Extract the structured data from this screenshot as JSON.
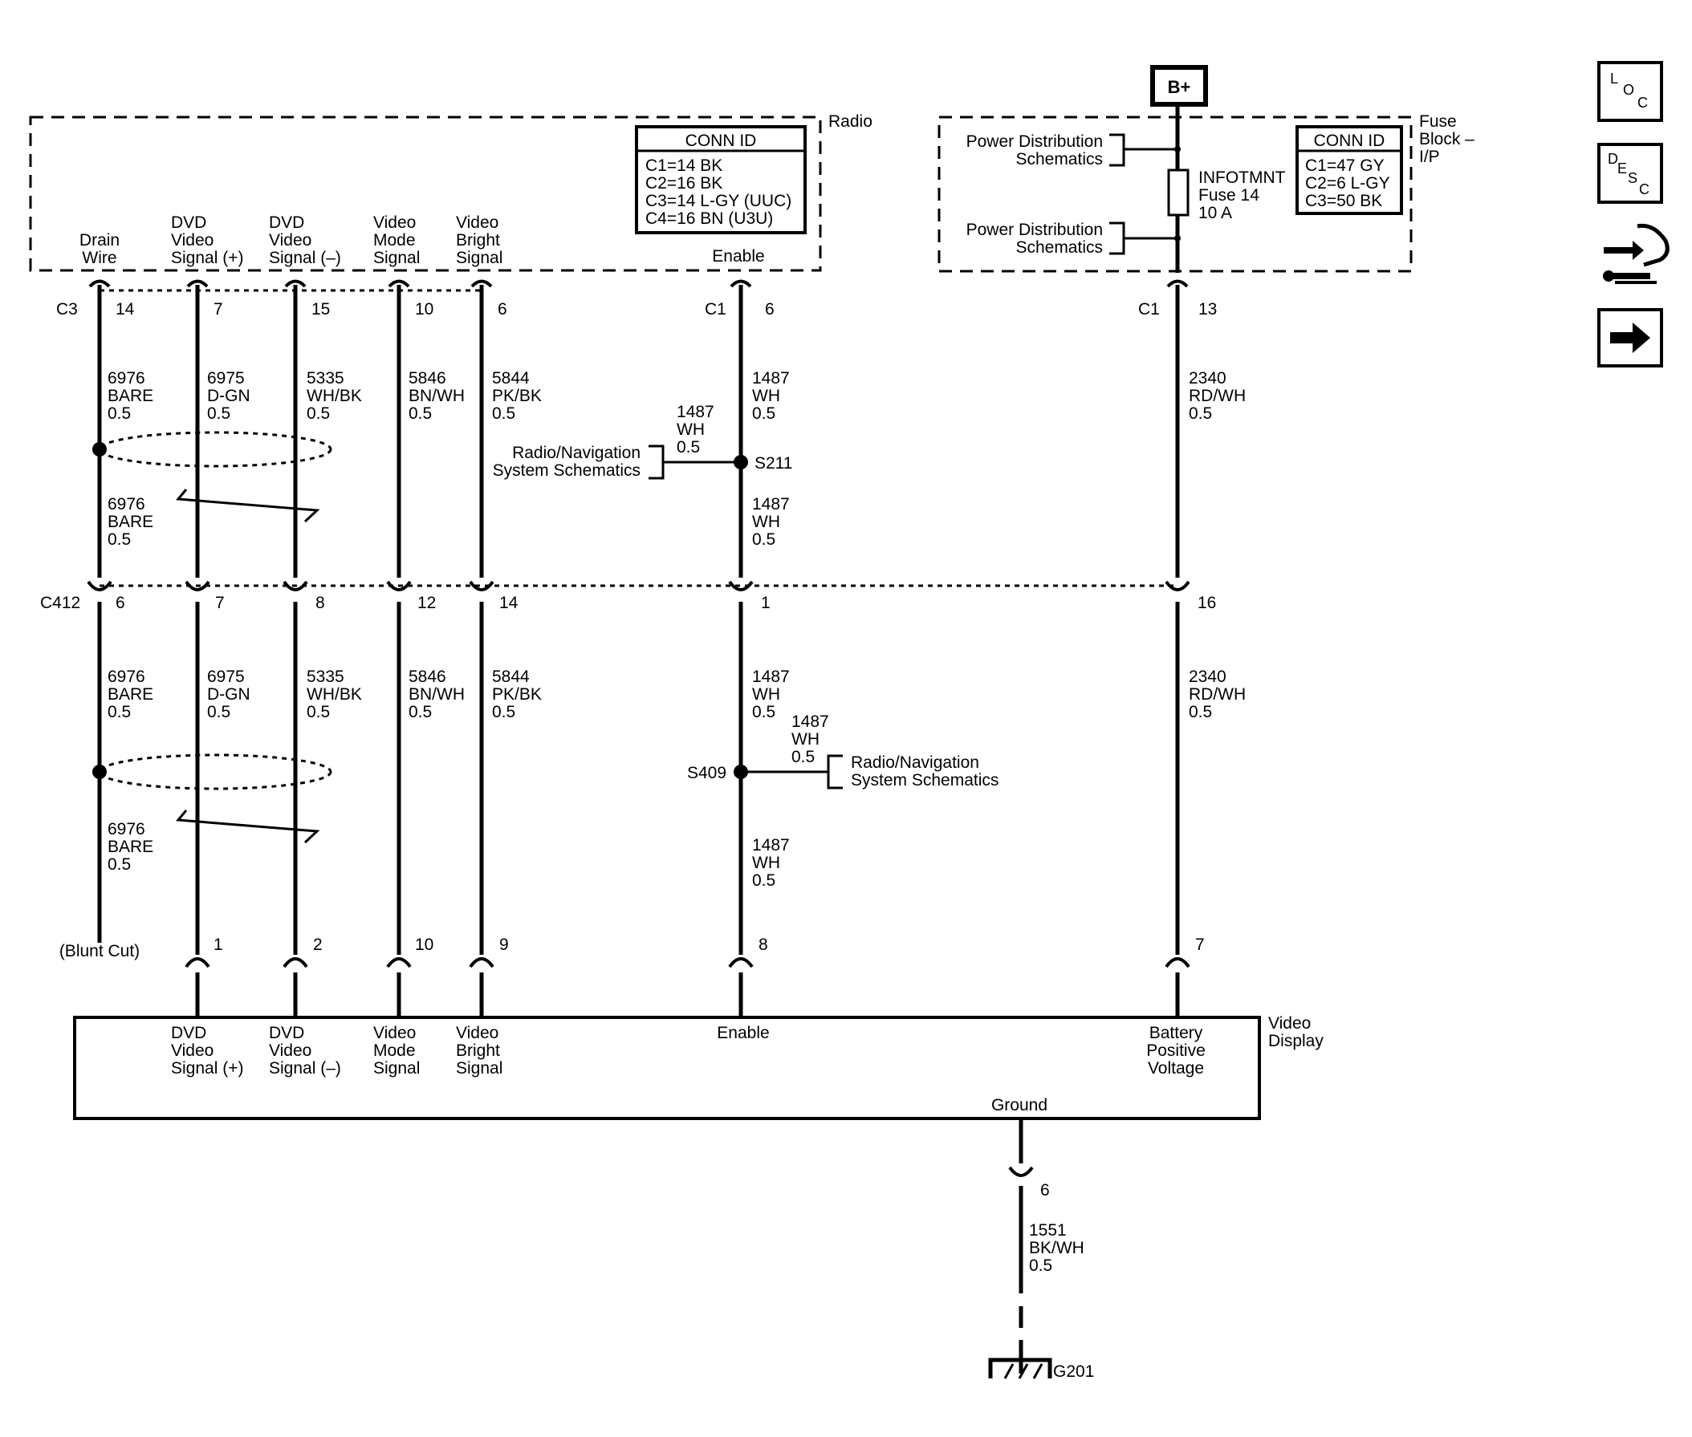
{
  "modules": {
    "radio": {
      "name": "Radio",
      "conn_id_title": "CONN ID",
      "conn_ids": [
        "C1=14 BK",
        "C2=16 BK",
        "C3=14 L-GY (UUC)",
        "C4=16 BN (U3U)"
      ]
    },
    "fuse_block": {
      "name": [
        "Fuse",
        "Block –",
        "I/P"
      ],
      "conn_id_title": "CONN ID",
      "conn_ids": [
        "C1=47 GY",
        "C2=6 L-GY",
        "C3=50 BK"
      ]
    },
    "video_display": {
      "name": [
        "Video",
        "Display"
      ],
      "ground_label": "Ground"
    }
  },
  "power": {
    "label": "B+"
  },
  "fuse": {
    "name": [
      "INFOTMNT",
      "Fuse 14",
      "10 A"
    ],
    "power_dist_label": [
      "Power Distribution",
      "Schematics"
    ]
  },
  "radio_pins": {
    "drain": [
      "Drain",
      "Wire"
    ],
    "dvd_pos": [
      "DVD",
      "Video",
      "Signal (+)"
    ],
    "dvd_neg": [
      "DVD",
      "Video",
      "Signal (–)"
    ],
    "mode": [
      "Video",
      "Mode",
      "Signal"
    ],
    "bright": [
      "Video",
      "Bright",
      "Signal"
    ],
    "enable": "Enable"
  },
  "display_pins": {
    "dvd_pos": [
      "DVD",
      "Video",
      "Signal (+)"
    ],
    "dvd_neg": [
      "DVD",
      "Video",
      "Signal (–)"
    ],
    "mode": [
      "Video",
      "Mode",
      "Signal"
    ],
    "bright": [
      "Video",
      "Bright",
      "Signal"
    ],
    "enable": "Enable",
    "battery": [
      "Battery",
      "Positive",
      "Voltage"
    ]
  },
  "connectors": {
    "c3": {
      "name": "C3",
      "pins": [
        "14",
        "7",
        "15",
        "10",
        "6"
      ]
    },
    "c1_radio": {
      "name": "C1",
      "pin": "6"
    },
    "c1_fuse": {
      "name": "C1",
      "pin": "13"
    },
    "c412": {
      "name": "C412",
      "pins": [
        "6",
        "7",
        "8",
        "12",
        "14",
        "1",
        "16"
      ]
    },
    "display": {
      "pins": [
        "1",
        "2",
        "10",
        "9",
        "8",
        "7"
      ]
    },
    "ground_pin": "6"
  },
  "wires": {
    "upper": [
      [
        "6976",
        "BARE",
        "0.5"
      ],
      [
        "6975",
        "D-GN",
        "0.5"
      ],
      [
        "5335",
        "WH/BK",
        "0.5"
      ],
      [
        "5846",
        "BN/WH",
        "0.5"
      ],
      [
        "5844",
        "PK/BK",
        "0.5"
      ],
      [
        "1487",
        "WH",
        "0.5"
      ],
      [
        "2340",
        "RD/WH",
        "0.5"
      ]
    ],
    "lower": [
      [
        "6976",
        "BARE",
        "0.5"
      ],
      [
        "6975",
        "D-GN",
        "0.5"
      ],
      [
        "5335",
        "WH/BK",
        "0.5"
      ],
      [
        "5846",
        "BN/WH",
        "0.5"
      ],
      [
        "5844",
        "PK/BK",
        "0.5"
      ],
      [
        "1487",
        "WH",
        "0.5"
      ],
      [
        "2340",
        "RD/WH",
        "0.5"
      ]
    ],
    "drain_upper_2": [
      "6976",
      "BARE",
      "0.5"
    ],
    "drain_lower_2": [
      "6976",
      "BARE",
      "0.5"
    ],
    "enable_s211_branch": [
      "1487",
      "WH",
      "0.5"
    ],
    "enable_s211_below": [
      "1487",
      "WH",
      "0.5"
    ],
    "enable_s409_branch": [
      "1487",
      "WH",
      "0.5"
    ],
    "enable_s409_below": [
      "1487",
      "WH",
      "0.5"
    ],
    "ground": [
      "1551",
      "BK/WH",
      "0.5"
    ]
  },
  "splices": {
    "s211": "S211",
    "s409": "S409"
  },
  "refs": {
    "radio_nav": [
      "Radio/Navigation",
      "System Schematics"
    ]
  },
  "blunt_cut": "(Blunt Cut)",
  "ground": {
    "name": "G201"
  },
  "nav": {
    "loc": [
      "L",
      "O",
      "C"
    ],
    "desc": [
      "D",
      "E",
      "S",
      "C"
    ]
  }
}
